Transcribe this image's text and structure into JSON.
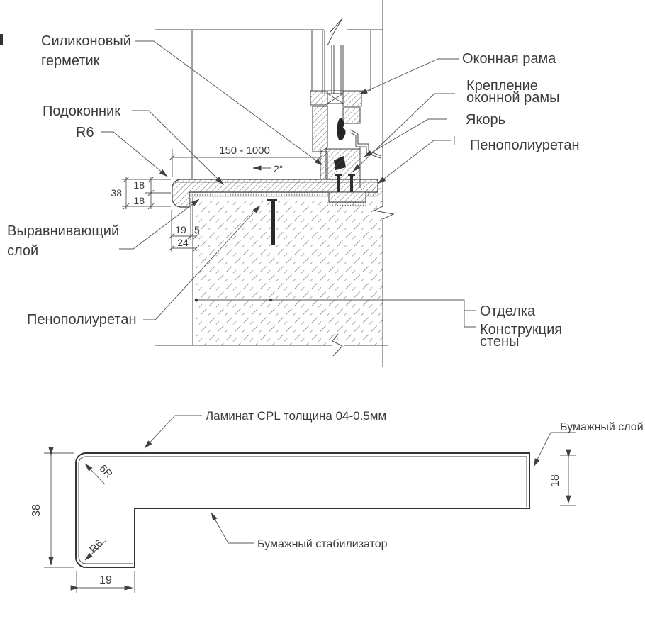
{
  "top": {
    "label_silicone_1": "Силиконовый",
    "label_silicone_2": "герметик",
    "label_sill": "Подоконник",
    "label_radius": "R6",
    "label_leveling_1": "Выравнивающий",
    "label_leveling_2": "слой",
    "label_foam_left": "Пенополиуретан",
    "label_window_frame": "Оконная рама",
    "label_fastening_1": "Крепление",
    "label_fastening_2": "оконной рамы",
    "label_anchor": "Якорь",
    "label_foam_right": "Пенополиуретан",
    "label_finish": "Отделка",
    "label_wall_1": "Конструкция",
    "label_wall_2": "стены",
    "dim_width_range": "150 - 1000",
    "dim_slope": "2°",
    "dim_total": "38",
    "dim_18_top": "18",
    "dim_18_bot": "18",
    "dim_19": "19",
    "dim_5": "5",
    "dim_24": "24"
  },
  "bottom": {
    "label_laminate": "Ламинат CPL толщина 04-0.5мм",
    "label_paper_layer": "Бумажный слой",
    "label_paper_stab": "Бумажный стабилизатор",
    "dim_height": "38",
    "dim_nose": "19",
    "dim_thickness": "18",
    "radius_top": "6R",
    "radius_bottom": "R6"
  },
  "colors": {
    "line": "#454545",
    "text": "#3b3b3b",
    "hatch": "#6a6a6a",
    "background": "#ffffff"
  }
}
